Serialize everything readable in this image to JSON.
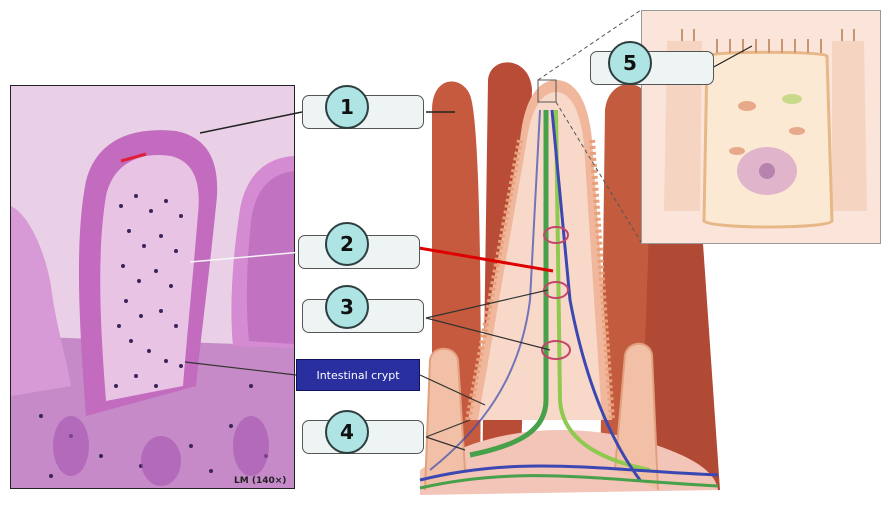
{
  "micrograph": {
    "caption": "LM (140×)"
  },
  "labels": [
    {
      "number": "1"
    },
    {
      "number": "2"
    },
    {
      "number": "3"
    },
    {
      "number": "4"
    },
    {
      "number": "5"
    }
  ],
  "crypt_label": "Intestinal crypt",
  "colors": {
    "badge_fill": "#aee4e4",
    "crypt_label_bg": "#2a2fa0",
    "label_box_fill": "#eef3f4",
    "pointer_2": "#dd0000"
  }
}
